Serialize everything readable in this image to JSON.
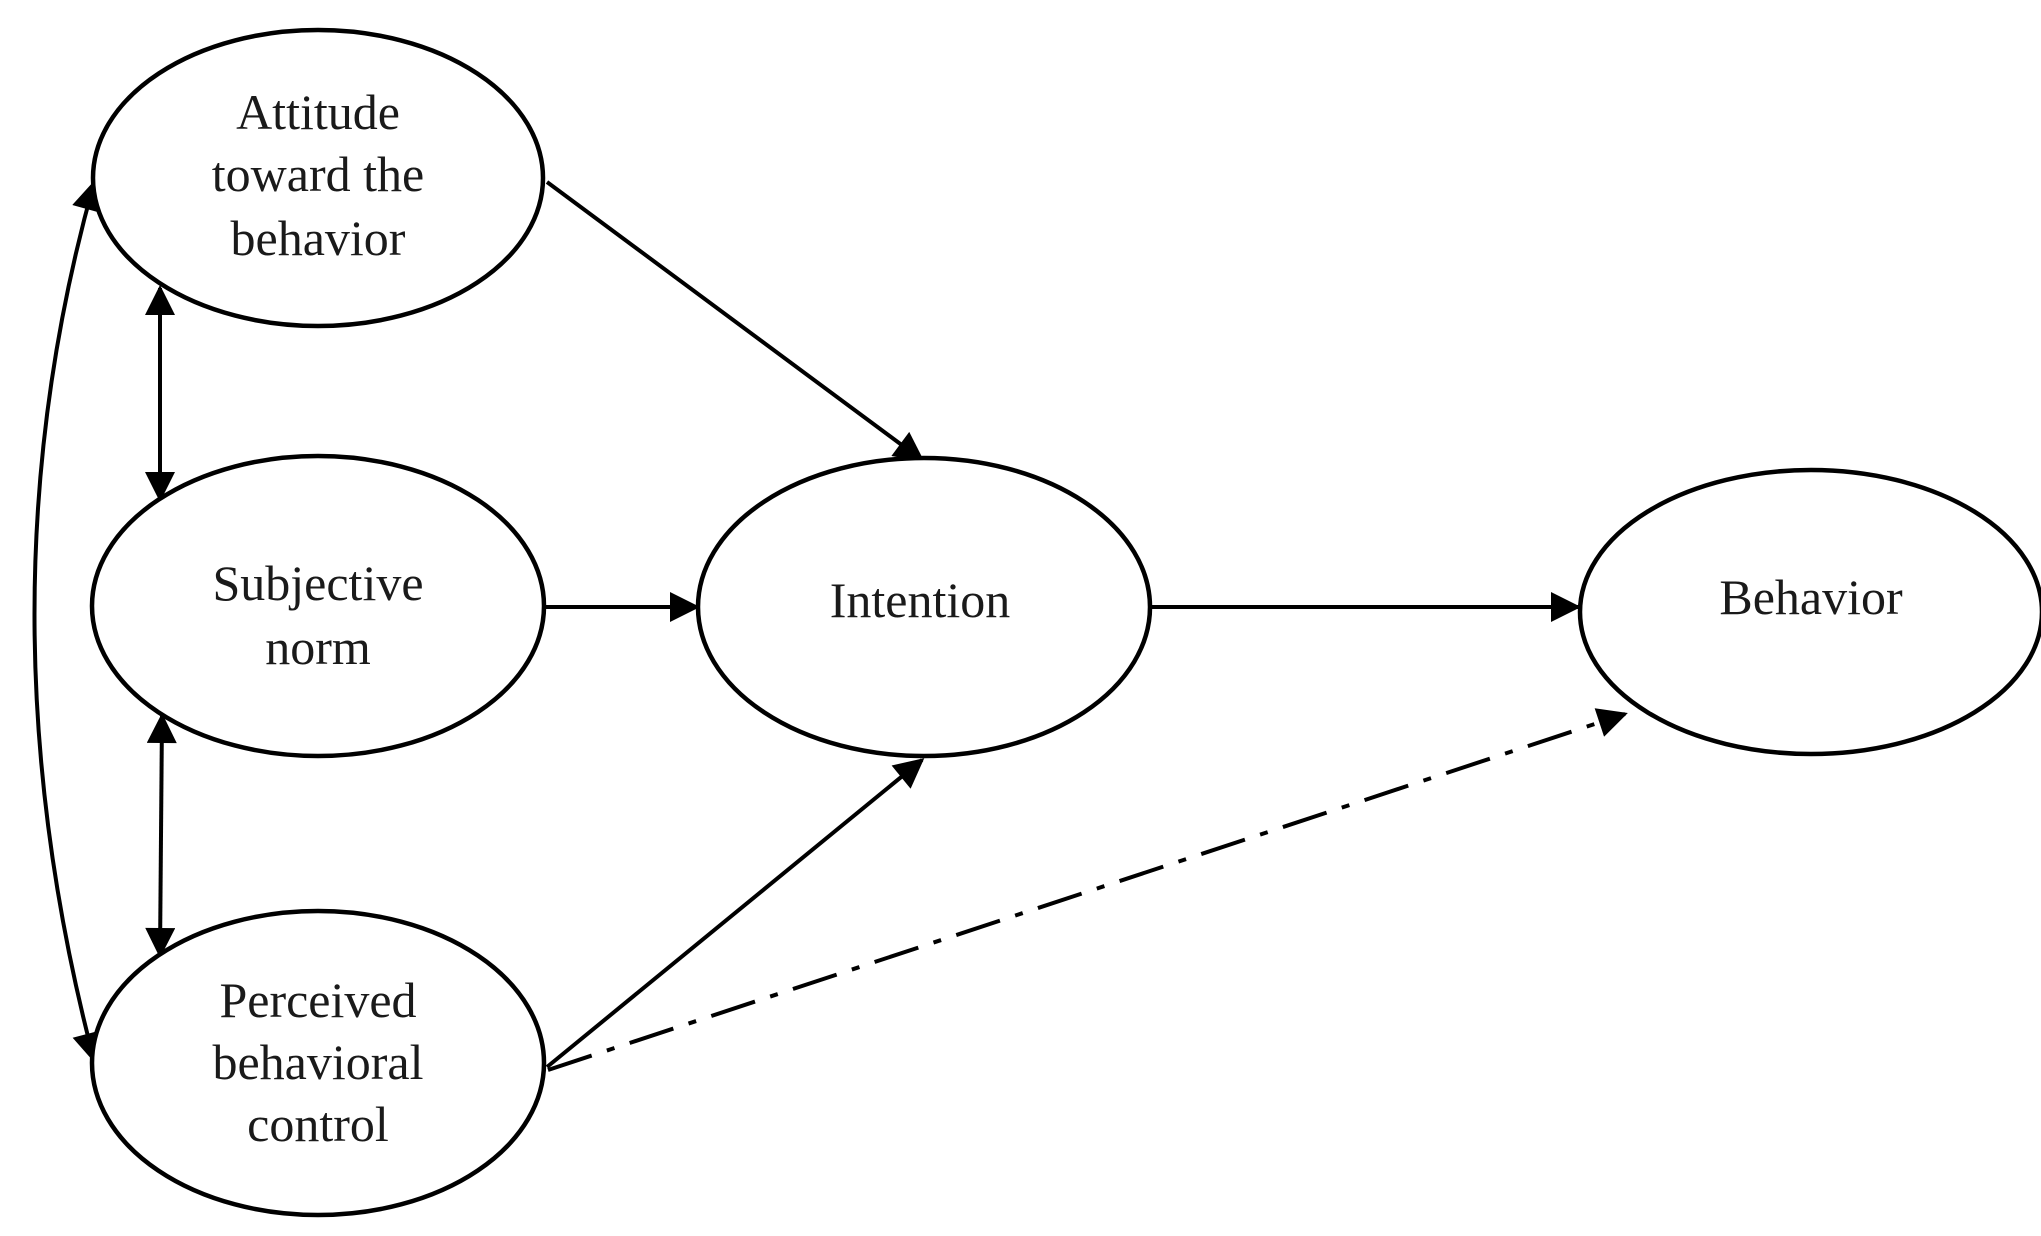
{
  "nodes": {
    "attitude": {
      "lines": [
        "Attitude",
        "toward the",
        "behavior"
      ]
    },
    "subjective_norm": {
      "lines": [
        "Subjective",
        "norm"
      ]
    },
    "perceived_control": {
      "lines": [
        "Perceived",
        "behavioral",
        "control"
      ]
    },
    "intention": {
      "lines": [
        "Intention"
      ]
    },
    "behavior": {
      "lines": [
        "Behavior"
      ]
    }
  },
  "edges": [
    {
      "from": "attitude",
      "to": "intention",
      "style": "solid",
      "direction": "forward"
    },
    {
      "from": "subjective_norm",
      "to": "intention",
      "style": "solid",
      "direction": "forward"
    },
    {
      "from": "perceived_control",
      "to": "intention",
      "style": "solid",
      "direction": "forward"
    },
    {
      "from": "intention",
      "to": "behavior",
      "style": "solid",
      "direction": "forward"
    },
    {
      "from": "perceived_control",
      "to": "behavior",
      "style": "dash-dot",
      "direction": "forward"
    },
    {
      "from": "attitude",
      "to": "subjective_norm",
      "style": "solid",
      "direction": "bidirectional"
    },
    {
      "from": "subjective_norm",
      "to": "perceived_control",
      "style": "solid",
      "direction": "bidirectional"
    },
    {
      "from": "attitude",
      "to": "perceived_control",
      "style": "solid",
      "direction": "bidirectional"
    }
  ],
  "colors": {
    "stroke": "#000000",
    "text": "#1a1a1a",
    "background": "#ffffff"
  }
}
